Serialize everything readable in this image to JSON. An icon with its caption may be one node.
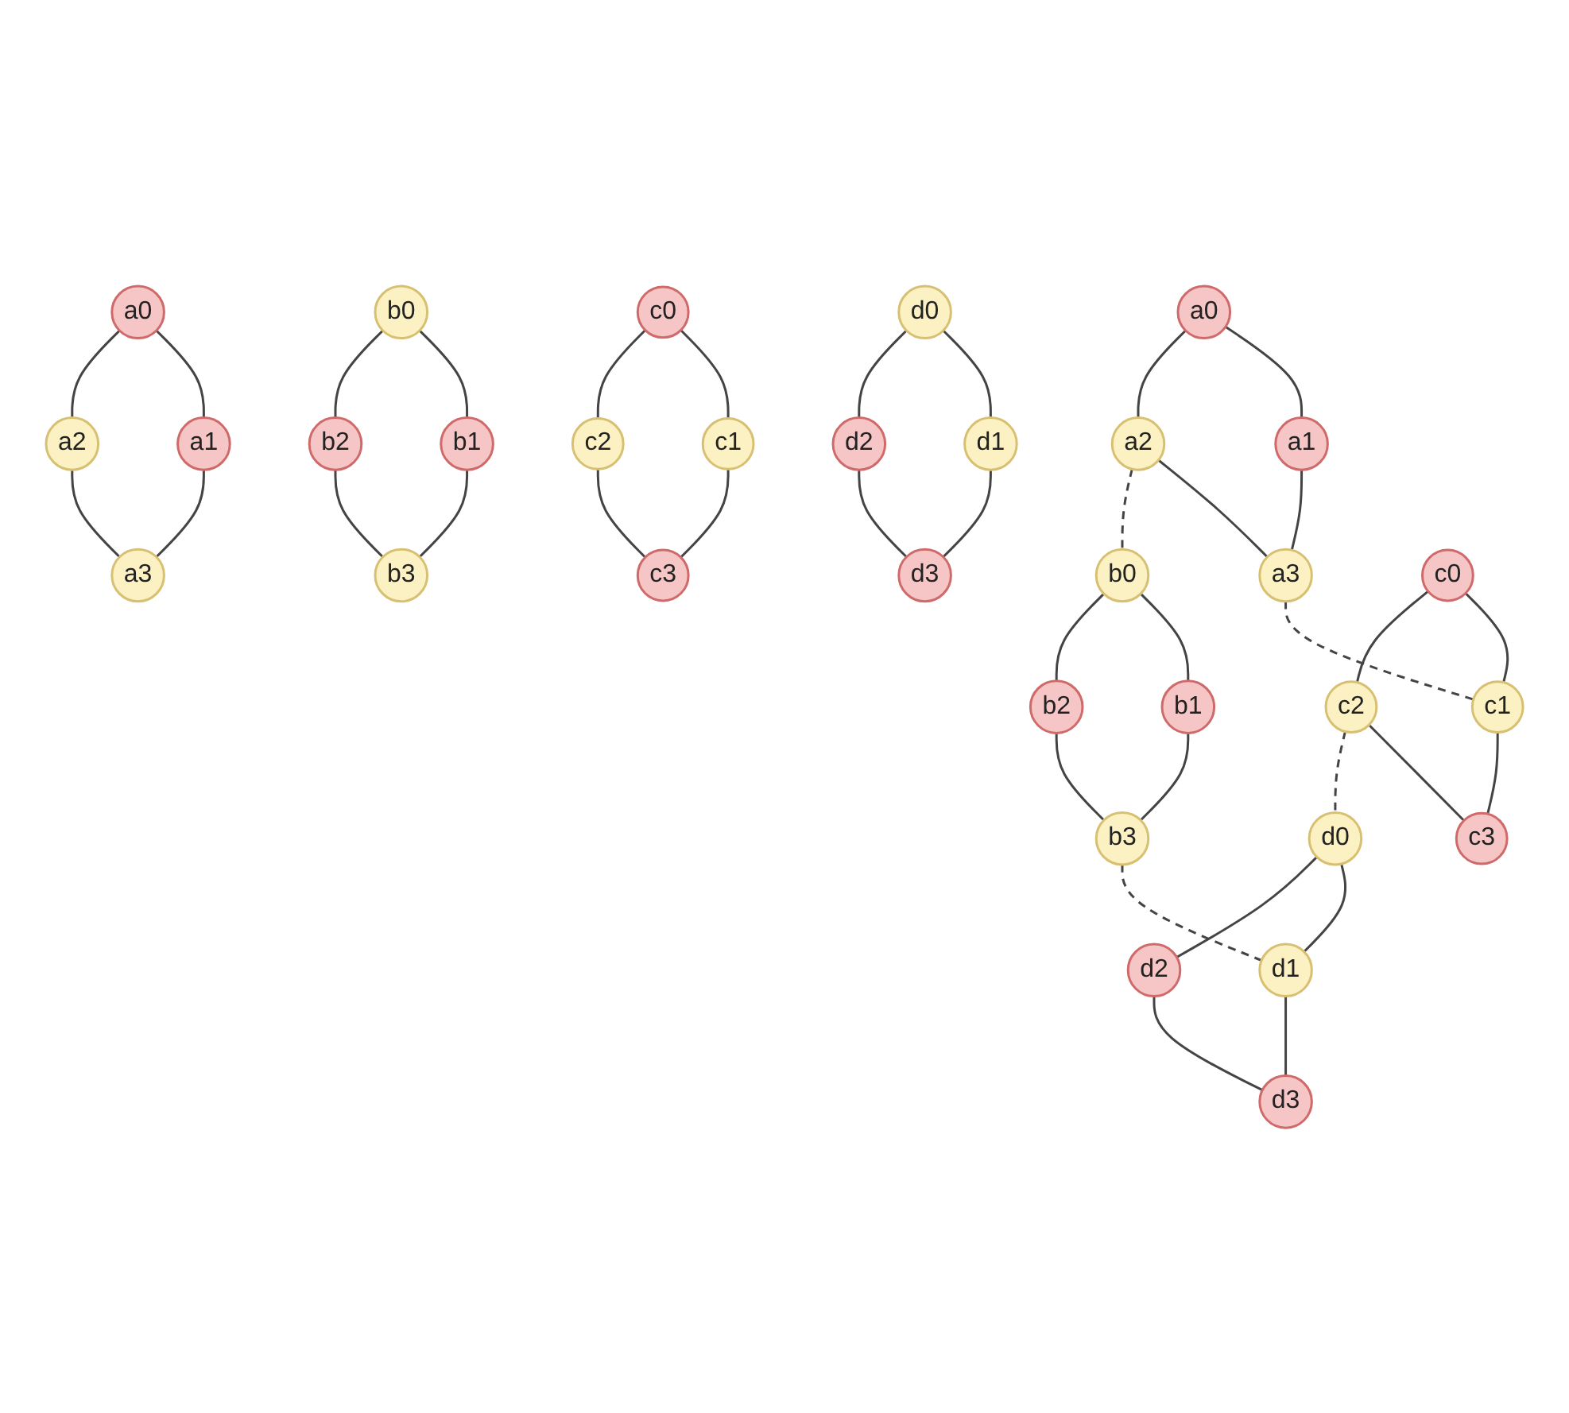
{
  "diagram": {
    "nodes": [
      {
        "text": [
          "a0"
        ]
      },
      {
        "text": [
          "a1"
        ]
      },
      {
        "text": [
          "a2"
        ]
      },
      {
        "text": [
          "a3"
        ]
      },
      {
        "text": [
          "b0"
        ]
      },
      {
        "text": [
          "b1"
        ]
      },
      {
        "text": [
          "b2"
        ]
      },
      {
        "text": [
          "b3"
        ]
      },
      {
        "text": [
          "c0"
        ]
      },
      {
        "text": [
          "c1"
        ]
      },
      {
        "text": [
          "c2"
        ]
      },
      {
        "text": [
          "c3"
        ]
      },
      {
        "text": [
          "d0"
        ]
      },
      {
        "text": [
          "d1"
        ]
      },
      {
        "text": [
          "d2"
        ]
      },
      {
        "text": [
          "d3"
        ]
      },
      {
        "text": [
          "a0"
        ]
      },
      {
        "text": [
          "a1"
        ]
      },
      {
        "text": [
          "a2"
        ]
      },
      {
        "text": [
          "a3"
        ]
      },
      {
        "text": [
          "b0"
        ]
      },
      {
        "text": [
          "b1"
        ]
      },
      {
        "text": [
          "b2"
        ]
      },
      {
        "text": [
          "b3"
        ]
      },
      {
        "text": [
          "c0"
        ]
      },
      {
        "text": [
          "c1"
        ]
      },
      {
        "text": [
          "c2"
        ]
      },
      {
        "text": [
          "c3"
        ]
      },
      {
        "text": [
          "d0"
        ]
      },
      {
        "text": [
          "d1"
        ]
      },
      {
        "text": [
          "d2"
        ]
      },
      {
        "text": [
          "d3"
        ]
      }
    ],
    "edges": [
      {
        "from": 0,
        "to": 1,
        "arrow": "none"
      },
      {
        "from": 0,
        "to": 2,
        "arrow": "none"
      },
      {
        "from": 1,
        "to": 3,
        "arrow": "none"
      },
      {
        "from": 2,
        "to": 3,
        "arrow": "none"
      },
      {
        "from": 4,
        "to": 5,
        "arrow": "none"
      },
      {
        "from": 4,
        "to": 6,
        "arrow": "none"
      },
      {
        "from": 5,
        "to": 7,
        "arrow": "none"
      },
      {
        "from": 6,
        "to": 7,
        "arrow": "none"
      },
      {
        "from": 8,
        "to": 9,
        "arrow": "none"
      },
      {
        "from": 8,
        "to": 10,
        "arrow": "none"
      },
      {
        "from": 9,
        "to": 11,
        "arrow": "none"
      },
      {
        "from": 10,
        "to": 11,
        "arrow": "none"
      },
      {
        "from": 12,
        "to": 13,
        "arrow": "none"
      },
      {
        "from": 12,
        "to": 14,
        "arrow": "none"
      },
      {
        "from": 13,
        "to": 15,
        "arrow": "none"
      },
      {
        "from": 14,
        "to": 15,
        "arrow": "none"
      },
      {
        "from": 16,
        "to": 17,
        "arrow": "none"
      },
      {
        "from": 16,
        "to": 18,
        "arrow": "none"
      },
      {
        "from": 17,
        "to": 19,
        "arrow": "none"
      },
      {
        "from": 18,
        "to": 19,
        "arrow": "none"
      },
      {
        "from": 20,
        "to": 21,
        "arrow": "none"
      },
      {
        "from": 20,
        "to": 22,
        "arrow": "none"
      },
      {
        "from": 21,
        "to": 23,
        "arrow": "none"
      },
      {
        "from": 22,
        "to": 23,
        "arrow": "none"
      },
      {
        "from": 24,
        "to": 25,
        "arrow": "none"
      },
      {
        "from": 24,
        "to": 26,
        "arrow": "none"
      },
      {
        "from": 25,
        "to": 27,
        "arrow": "none"
      },
      {
        "from": 26,
        "to": 27,
        "arrow": "none"
      },
      {
        "from": 28,
        "to": 29,
        "arrow": "none"
      },
      {
        "from": 28,
        "to": 30,
        "arrow": "none"
      },
      {
        "from": 29,
        "to": 31,
        "arrow": "none"
      },
      {
        "from": 30,
        "to": 31,
        "arrow": "none"
      },
      {
        "from": 18,
        "to": 20,
        "arrow": "none",
        "style": "dashed"
      },
      {
        "from": 19,
        "to": 25,
        "arrow": "none",
        "style": "dashed"
      },
      {
        "from": 23,
        "to": 29,
        "arrow": "none",
        "style": "dashed"
      },
      {
        "from": 26,
        "to": 28,
        "arrow": "none",
        "style": "dashed"
      }
    ]
  }
}
